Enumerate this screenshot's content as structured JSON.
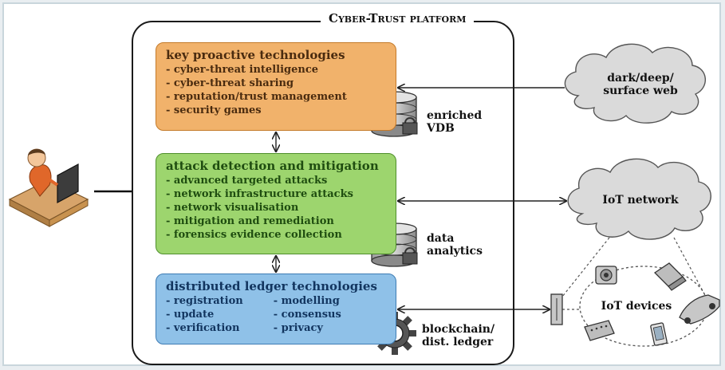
{
  "platform": {
    "title": "Cyber-Trust platform"
  },
  "boxes": {
    "proactive": {
      "title": "key proactive technologies",
      "items": [
        "cyber-threat intelligence",
        "cyber-threat sharing",
        "reputation/trust management",
        "security games"
      ]
    },
    "detection": {
      "title": "attack detection and mitigation",
      "items": [
        "advanced targeted attacks",
        "network infrastructure attacks",
        "network visualisation",
        "mitigation and remediation",
        "forensics evidence collection"
      ]
    },
    "ledger": {
      "title": "distributed ledger technologies",
      "left_items": [
        "registration",
        "update",
        "verification"
      ],
      "right_items": [
        "modelling",
        "consensus",
        "privacy"
      ]
    }
  },
  "labels": {
    "vdb_line1": "enriched",
    "vdb_line2": "VDB",
    "analytics_line1": "data",
    "analytics_line2": "analytics",
    "blockchain_line1": "blockchain/",
    "blockchain_line2": "dist. ledger"
  },
  "clouds": {
    "web_line1": "dark/deep/",
    "web_line2": "surface web",
    "iot_network": "IoT network"
  },
  "iot_devices": "IoT devices",
  "colors": {
    "orange": "#f1b26b",
    "green": "#9dd56e",
    "blue": "#8fc1e8",
    "cloud": "#dadada"
  }
}
